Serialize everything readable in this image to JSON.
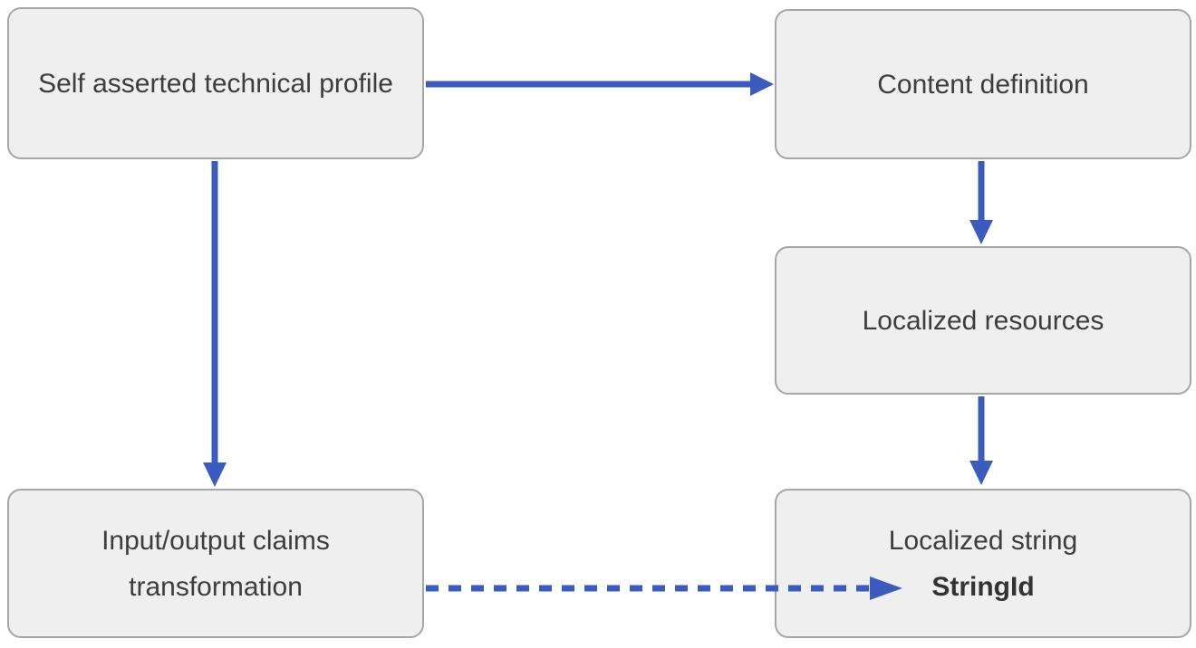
{
  "nodes": {
    "self_asserted": {
      "label": "Self asserted technical profile"
    },
    "content_definition": {
      "label": "Content definition"
    },
    "localized_resources": {
      "label": "Localized resources"
    },
    "claims_transformation": {
      "label": "Input/output claims transformation"
    },
    "localized_string": {
      "label": "Localized string",
      "sublabel": "StringId"
    }
  },
  "edges": [
    {
      "from": "self_asserted",
      "to": "content_definition",
      "style": "solid"
    },
    {
      "from": "self_asserted",
      "to": "claims_transformation",
      "style": "solid"
    },
    {
      "from": "content_definition",
      "to": "localized_resources",
      "style": "solid"
    },
    {
      "from": "localized_resources",
      "to": "localized_string",
      "style": "solid"
    },
    {
      "from": "claims_transformation",
      "to": "localized_string",
      "points_at": "StringId",
      "style": "dashed"
    }
  ],
  "colors": {
    "arrow": "#3B5CBE",
    "node_fill": "#EFEFEF",
    "node_border": "#A6A6A6",
    "text": "#3D3D3D",
    "background": "#FFFFFF"
  }
}
